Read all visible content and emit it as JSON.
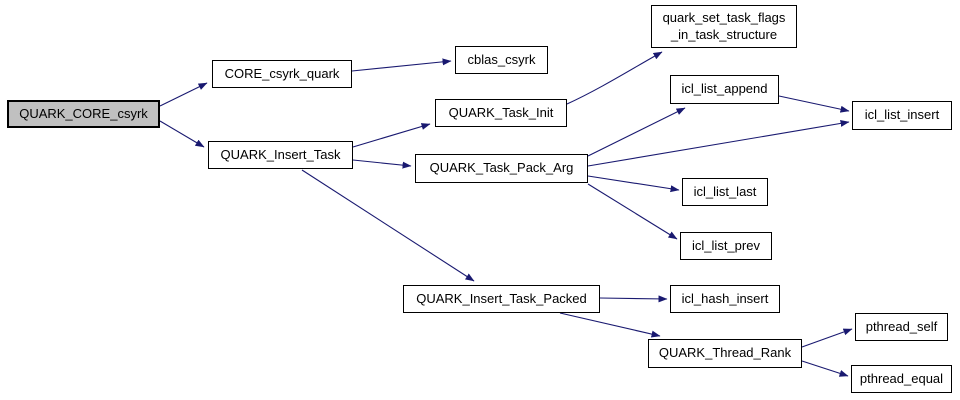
{
  "diagram": {
    "type": "call-graph",
    "background_color": "#ffffff",
    "edge_color": "#191970",
    "node_border_color": "#000000",
    "node_fill_color": "#ffffff",
    "root_fill_color": "#c0c0c0",
    "text_color": "#000000",
    "nodes": {
      "quark_core_csyrk": {
        "label": "QUARK_CORE_csyrk"
      },
      "core_csyrk_quark": {
        "label": "CORE_csyrk_quark"
      },
      "cblas_csyrk": {
        "label": "cblas_csyrk"
      },
      "quark_insert_task": {
        "label": "QUARK_Insert_Task"
      },
      "quark_task_init": {
        "label": "QUARK_Task_Init"
      },
      "quark_task_pack_arg": {
        "label": "QUARK_Task_Pack_Arg"
      },
      "quark_set_task_flags": {
        "label_line1": "quark_set_task_flags",
        "label_line2": "_in_task_structure"
      },
      "icl_list_append": {
        "label": "icl_list_append"
      },
      "icl_list_insert": {
        "label": "icl_list_insert"
      },
      "icl_list_last": {
        "label": "icl_list_last"
      },
      "icl_list_prev": {
        "label": "icl_list_prev"
      },
      "quark_insert_task_packed": {
        "label": "QUARK_Insert_Task_Packed"
      },
      "icl_hash_insert": {
        "label": "icl_hash_insert"
      },
      "quark_thread_rank": {
        "label": "QUARK_Thread_Rank"
      },
      "pthread_self": {
        "label": "pthread_self"
      },
      "pthread_equal": {
        "label": "pthread_equal"
      }
    },
    "edges": [
      {
        "from": "QUARK_CORE_csyrk",
        "to": "CORE_csyrk_quark"
      },
      {
        "from": "QUARK_CORE_csyrk",
        "to": "QUARK_Insert_Task"
      },
      {
        "from": "CORE_csyrk_quark",
        "to": "cblas_csyrk"
      },
      {
        "from": "QUARK_Insert_Task",
        "to": "QUARK_Task_Init"
      },
      {
        "from": "QUARK_Insert_Task",
        "to": "QUARK_Task_Pack_Arg"
      },
      {
        "from": "QUARK_Insert_Task",
        "to": "QUARK_Insert_Task_Packed"
      },
      {
        "from": "QUARK_Task_Init",
        "to": "quark_set_task_flags_in_task_structure"
      },
      {
        "from": "QUARK_Task_Pack_Arg",
        "to": "icl_list_append"
      },
      {
        "from": "QUARK_Task_Pack_Arg",
        "to": "icl_list_insert"
      },
      {
        "from": "QUARK_Task_Pack_Arg",
        "to": "icl_list_last"
      },
      {
        "from": "QUARK_Task_Pack_Arg",
        "to": "icl_list_prev"
      },
      {
        "from": "icl_list_append",
        "to": "icl_list_insert"
      },
      {
        "from": "QUARK_Insert_Task_Packed",
        "to": "icl_hash_insert"
      },
      {
        "from": "QUARK_Insert_Task_Packed",
        "to": "QUARK_Thread_Rank"
      },
      {
        "from": "QUARK_Thread_Rank",
        "to": "pthread_self"
      },
      {
        "from": "QUARK_Thread_Rank",
        "to": "pthread_equal"
      }
    ]
  }
}
